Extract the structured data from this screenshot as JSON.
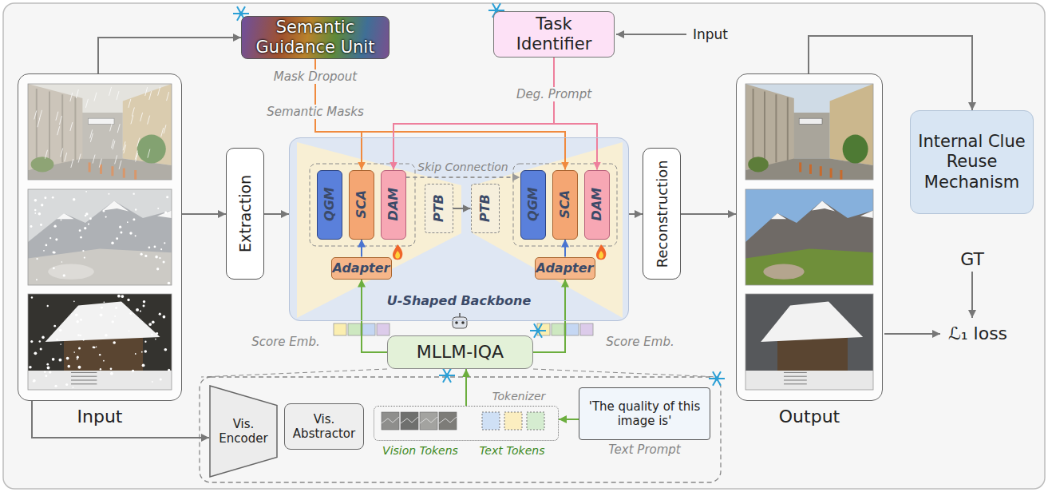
{
  "diagram": {
    "nodes": [
      {
        "text": [
          "Input"
        ]
      },
      {
        "text": [
          "Semantic Guidance Unit"
        ]
      },
      {
        "text": [
          "Task Identifier"
        ]
      },
      {
        "text": [
          "Extraction"
        ]
      },
      {
        "text": [
          "U-Shaped Backbone"
        ]
      },
      {
        "text": [
          "QGM"
        ],
        "in": 4
      },
      {
        "text": [
          "SCA"
        ],
        "in": 4
      },
      {
        "text": [
          "DAM"
        ],
        "in": 4
      },
      {
        "text": [
          "PTB"
        ],
        "in": 4
      },
      {
        "text": [
          "PTB"
        ],
        "in": 4
      },
      {
        "text": [
          "QGM"
        ],
        "in": 4
      },
      {
        "text": [
          "SCA"
        ],
        "in": 4
      },
      {
        "text": [
          "DAM"
        ],
        "in": 4
      },
      {
        "text": [
          "Adapter"
        ],
        "in": 4
      },
      {
        "text": [
          "Adapter"
        ],
        "in": 4
      },
      {
        "text": [
          "Reconstruction"
        ]
      },
      {
        "text": [
          "Output"
        ]
      },
      {
        "text": [
          "Internal Clue Reuse Mechanism"
        ]
      },
      {
        "text": [
          "MLLM-IQA"
        ]
      },
      {
        "text": [
          "Vis. Encoder"
        ]
      },
      {
        "text": [
          "Vis. Abstractor"
        ]
      },
      {
        "text": [
          "Vision Tokens",
          "Text Tokens"
        ]
      },
      {
        "text": [
          "'The quality of this image is'",
          "Text Prompt"
        ]
      }
    ],
    "edges": [
      {
        "from": 0,
        "to": 1,
        "arrow": "to"
      },
      {
        "from": 1,
        "to": 6,
        "arrow": "to"
      },
      {
        "from": 1,
        "to": 11,
        "arrow": "to"
      },
      {
        "from": 2,
        "to": 7,
        "arrow": "to"
      },
      {
        "from": 2,
        "to": 12,
        "arrow": "to"
      },
      {
        "from": 0,
        "to": 3,
        "arrow": "to"
      },
      {
        "from": 3,
        "to": 4,
        "arrow": "to"
      },
      {
        "from": 7,
        "to": 10,
        "label": "Skip Connection",
        "arrow": "to"
      },
      {
        "from": 8,
        "to": 9,
        "arrow": "to"
      },
      {
        "from": 13,
        "to": 6,
        "arrow": "to"
      },
      {
        "from": 14,
        "to": 11,
        "arrow": "to"
      },
      {
        "from": 18,
        "to": 13,
        "arrow": "to"
      },
      {
        "from": 18,
        "to": 14,
        "arrow": "to"
      },
      {
        "from": 4,
        "to": 15,
        "arrow": "to"
      },
      {
        "from": 15,
        "to": 16,
        "arrow": "to"
      },
      {
        "from": 16,
        "to": 17,
        "arrow": "to"
      },
      {
        "from": 0,
        "to": 19,
        "arrow": "to"
      },
      {
        "from": 22,
        "to": 21,
        "arrow": "to"
      },
      {
        "from": 21,
        "to": 18,
        "arrow": "to"
      }
    ],
    "labels": [
      "Input",
      "Mask Dropout",
      "Semantic Masks",
      "Deg. Prompt",
      "Score Emb.",
      "Score Emb.",
      "Tokenizer",
      "GT",
      "ℒ₁ loss"
    ]
  }
}
